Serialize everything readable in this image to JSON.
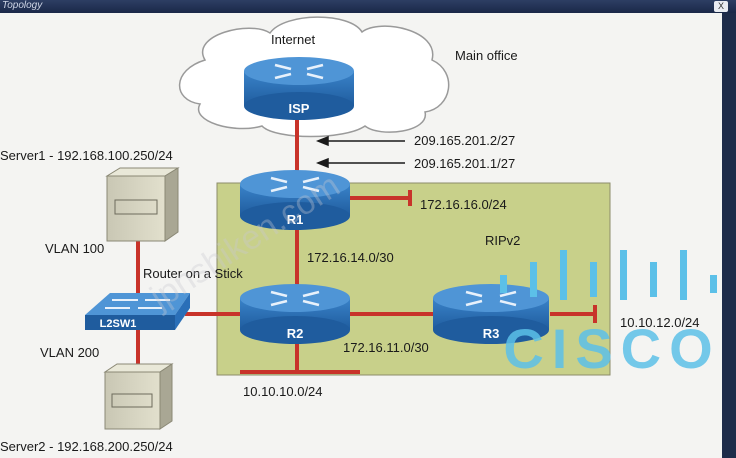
{
  "window": {
    "title": "Topology",
    "close_label": "X"
  },
  "labels": {
    "internet": "Internet",
    "main_office": "Main office",
    "server1": "Server1 - 192.168.100.250/24",
    "server2": "Server2 - 192.168.200.250/24",
    "vlan100": "VLAN 100",
    "vlan200": "VLAN 200",
    "router_on_stick": "Router on a Stick",
    "isp_ip": "209.165.201.2/27",
    "r1_ip": "209.165.201.1/27",
    "net_172_16_16": "172.16.16.0/24",
    "net_172_16_14": "172.16.14.0/30",
    "net_172_16_11": "172.16.11.0/30",
    "rip": "RIPv2",
    "net_10_10_10": "10.10.10.0/24",
    "net_10_10_12": "10.10.12.0/24",
    "watermark": "jpnshiken.com"
  },
  "devices": {
    "isp": "ISP",
    "r1": "R1",
    "r2": "R2",
    "r3": "R3",
    "switch": "L2SW1"
  },
  "logo": {
    "text": "CISCO"
  },
  "colors": {
    "router_body": "#2a6fb8",
    "router_top": "#4f95d6",
    "link": "#c8332a",
    "rip_area": "#c8d08a",
    "cisco_logo": "#5cc0e8"
  }
}
